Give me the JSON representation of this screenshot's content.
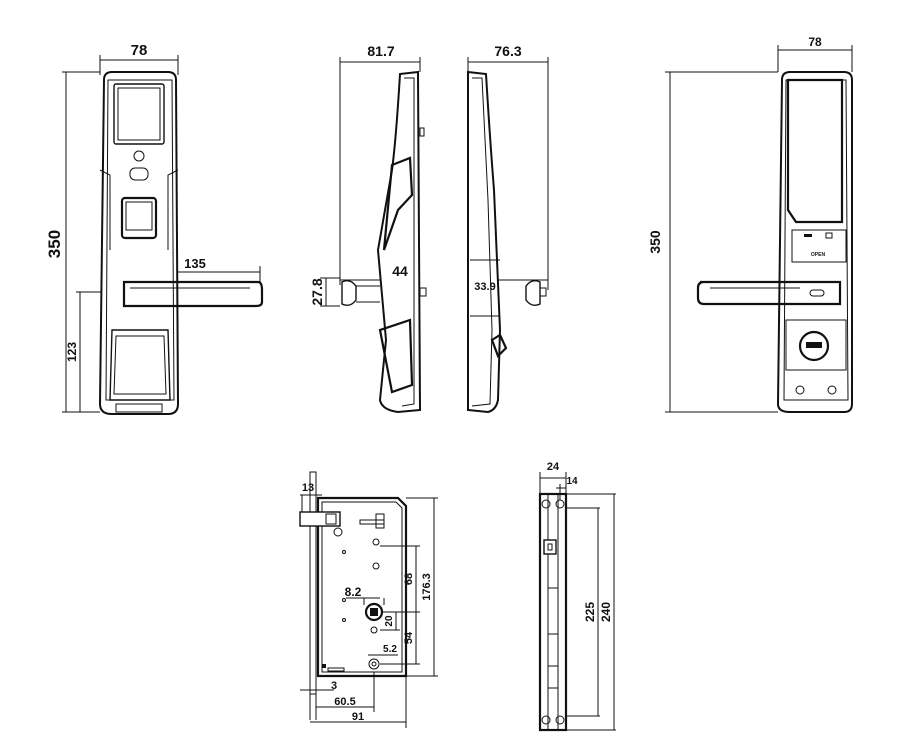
{
  "front_view": {
    "width_label": "78",
    "height_label": "350",
    "handle_length_label": "135",
    "handle_height_label": "123"
  },
  "side_view_left": {
    "depth_label": "81.7",
    "handle_dia_label": "27.8",
    "handle_offset_label": "44"
  },
  "side_view_right": {
    "depth_label": "76.3",
    "handle_offset_label": "33.9"
  },
  "back_view": {
    "width_label": "78",
    "height_label": "350",
    "open_label": "OPEN"
  },
  "mortise_body": {
    "bolt_label": "13",
    "height_label": "176.3",
    "upper_spacing_label": "68",
    "spindle_label": "8.2",
    "spindle_offset_label": "20",
    "lower_spacing_label": "54",
    "cylinder_label": "5.2",
    "faceplate_label": "3",
    "backset_label": "60.5",
    "depth_label": "91"
  },
  "faceplate": {
    "width_label": "24",
    "inner_width_label": "14",
    "inner_height_label": "225",
    "height_label": "240"
  },
  "colors": {
    "line": "#111111",
    "background": "#ffffff"
  }
}
